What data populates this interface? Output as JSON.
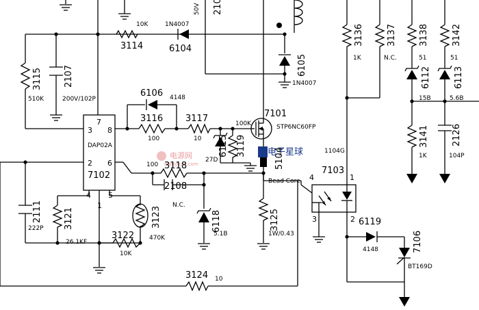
{
  "colors": {
    "ink": "#000000",
    "background": "#ffffff",
    "watermark_red": "#e8a0a0",
    "watermark_blue": "#1a3a8a"
  },
  "top_cut": {
    "val_top": "50V",
    "ref_top": "210"
  },
  "ic7102": {
    "type": "DAP02A",
    "ref": "7102",
    "pins": {
      "p1": "1",
      "p2": "2",
      "p3": "3",
      "p4": "4",
      "p5": "5",
      "p6": "6",
      "p7": "7",
      "p8": "8"
    }
  },
  "parts": {
    "r3114": {
      "ref": "3114",
      "val": "10K"
    },
    "d6104": {
      "ref": "6104",
      "val": "1N4007"
    },
    "d6105": {
      "ref": "6105",
      "val": "1N4007"
    },
    "r3115": {
      "ref": "3115",
      "val": "510K"
    },
    "c2107": {
      "ref": "2107",
      "val": "200V/102P"
    },
    "d6106": {
      "ref": "6106",
      "val": "4148"
    },
    "r3116": {
      "ref": "3116",
      "val": "100"
    },
    "r3117": {
      "ref": "3117",
      "val": "10"
    },
    "z6115": {
      "ref": "6115",
      "val": "27D"
    },
    "r3119": {
      "ref": "3119",
      "val": "100K"
    },
    "q7101": {
      "ref": "7101",
      "val": "STP6NC60FP"
    },
    "l5104": {
      "ref": "5104",
      "val": "Bead Core"
    },
    "r3118": {
      "ref": "3118",
      "val": "100"
    },
    "c2108": {
      "ref": "2108",
      "val": "N.C."
    },
    "z6118": {
      "ref": "6118",
      "val": "5.1B"
    },
    "r3125": {
      "ref": "3125",
      "val": "1W/0.43"
    },
    "c2111": {
      "ref": "2111",
      "val": "222P"
    },
    "r3121": {
      "ref": "3121",
      "val": "26.1KF"
    },
    "r3122": {
      "ref": "3122",
      "val": "10K"
    },
    "t3123": {
      "ref": "3123",
      "val": "470K"
    },
    "r3124": {
      "ref": "3124",
      "val": "10"
    },
    "r3136": {
      "ref": "3136",
      "val": "1K"
    },
    "r3137": {
      "ref": "3137",
      "val": "N.C."
    },
    "r3138": {
      "ref": "3138",
      "val": "51"
    },
    "r3142": {
      "ref": "3142",
      "val": "51"
    },
    "z6112": {
      "ref": "6112",
      "val": "15B"
    },
    "z6113": {
      "ref": "6113",
      "val": "5.6B"
    },
    "r3141": {
      "ref": "3141",
      "val": "1K"
    },
    "c2126": {
      "ref": "2126",
      "val": "104P"
    },
    "u7103": {
      "ref": "7103",
      "val": "1104G",
      "pins": {
        "p1": "1",
        "p2": "2",
        "p3": "3",
        "p4": "4"
      }
    },
    "d6119": {
      "ref": "6119",
      "val": "4148"
    },
    "s7106": {
      "ref": "7106",
      "val": "BT169D"
    }
  },
  "watermark": {
    "left_text": "电源网",
    "left_sub": "dianyuan.com",
    "right_text": "电子星球"
  }
}
